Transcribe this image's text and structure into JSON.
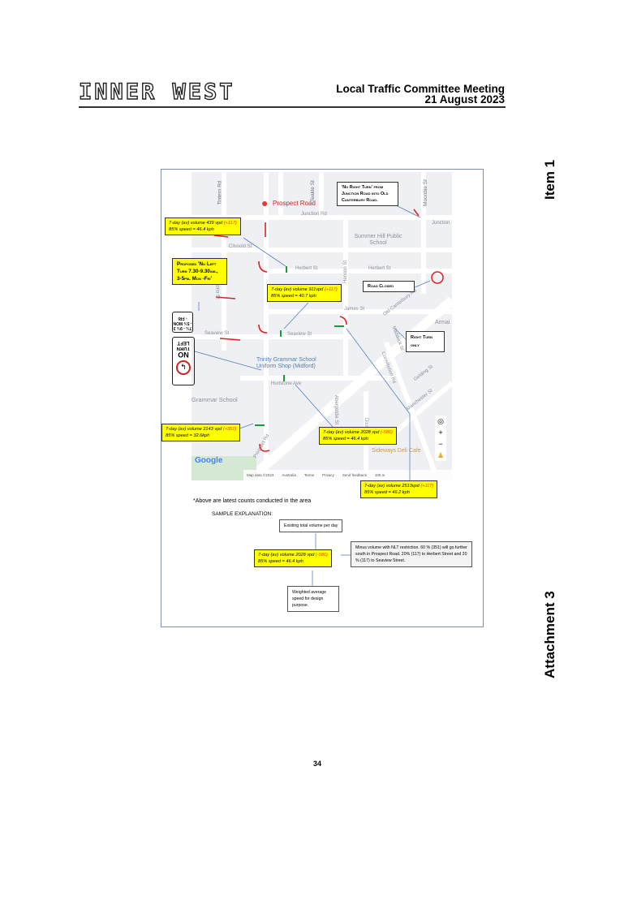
{
  "header": {
    "logo_text": "INNER WEST",
    "meeting_title": "Local Traffic Committee Meeting",
    "meeting_date": "21 August 2023"
  },
  "side_labels": {
    "item": "Item 1",
    "attachment": "Attachment 3"
  },
  "page_number": "34",
  "map": {
    "place_label": "Prospect Road",
    "streets": [
      "Junction Rd",
      "Clissold St",
      "Herbert St",
      "Herbert St",
      "Seaview St",
      "Seaview St",
      "James St",
      "Old Canterbury Rd",
      "Victoria St",
      "Henson St",
      "Moonbie St",
      "Hurlstone Ave",
      "Dixson Ave",
      "Constitution Rd",
      "Maddock St",
      "Abergeldie St",
      "Manchester St",
      "Gelding St",
      "Teakle St",
      "Tintern Rd",
      "Prospect Rd",
      "Junction"
    ],
    "pois": [
      "Summer Hill Public School",
      "Trinity Grammar School Uniform Shop (Midford)",
      "Grammar School",
      "Sideways Deli Cafe",
      "Armai"
    ],
    "footer": {
      "google": "Google",
      "map_data": "Map data ©2023",
      "australia": "Australia",
      "terms": "Terms",
      "privacy": "Privacy",
      "feedback": "Send feedback",
      "scale": "100 m"
    },
    "controls": {
      "zoom_in": "+",
      "zoom_out": "−"
    }
  },
  "callouts": {
    "prospect_north": {
      "line1": "7-day (av) volume 439 vpd ",
      "delta": "(+117)",
      "line2": "85% speed = 46.4 kph"
    },
    "herbert": {
      "line1": "7-day (av) volume 911vpd ",
      "delta": "(+117)",
      "line2": "85% speed = 40.7 kph"
    },
    "prospect_south": {
      "line1": "7-day (av) volume 2143 vpd ",
      "delta": "(+351)",
      "line2": "85% speed = 32.6kph"
    },
    "hurlstone": {
      "line1": "7-day (av) volume 2028 vpd ",
      "delta": "(-586)",
      "line2": "85% speed = 46.4 kph"
    },
    "old_canterbury": {
      "line1": "7-day (av) volume 2513vpd ",
      "delta": "(+117)",
      "line2": "85% speed = 46.2 kph"
    },
    "proposed": "Proposed 'No Left Turn 7.30-9.30am., 3-5pm. Mon -Fri'",
    "no_right_turn": "'No Right Turn' from Junction Road into Old Canterbury Road.",
    "road_closed": "Road Closed",
    "right_turn_only": "Right Turn only"
  },
  "signs": {
    "small_sign": "7½ - 9½ 3 - 5½ MON - FRI",
    "no_left_turn": [
      "NO",
      "LEFT",
      "TURN"
    ]
  },
  "footnote": "*Above are latest counts conducted in the area",
  "sample": {
    "title": "SAMPLE EXPLANATION:",
    "existing": "Existing total volume per day",
    "example_line1": "7-day (av) volume 2028 vpd ",
    "example_delta": "(-586)",
    "example_line2": "85% speed = 46.4 kph",
    "minus": "Minus volume with NLT restriction. 60 % (351) will go further south in Prospect Road. 20% (117) to Herbert Street and 20 % (117) to Seaview Street.",
    "weighted": "Weighted average speed for design purpose."
  },
  "colors": {
    "callout": "#ffff00",
    "arrow": "#e02020",
    "counter": "#1a9a3a",
    "leader": "#5b7fc0"
  }
}
